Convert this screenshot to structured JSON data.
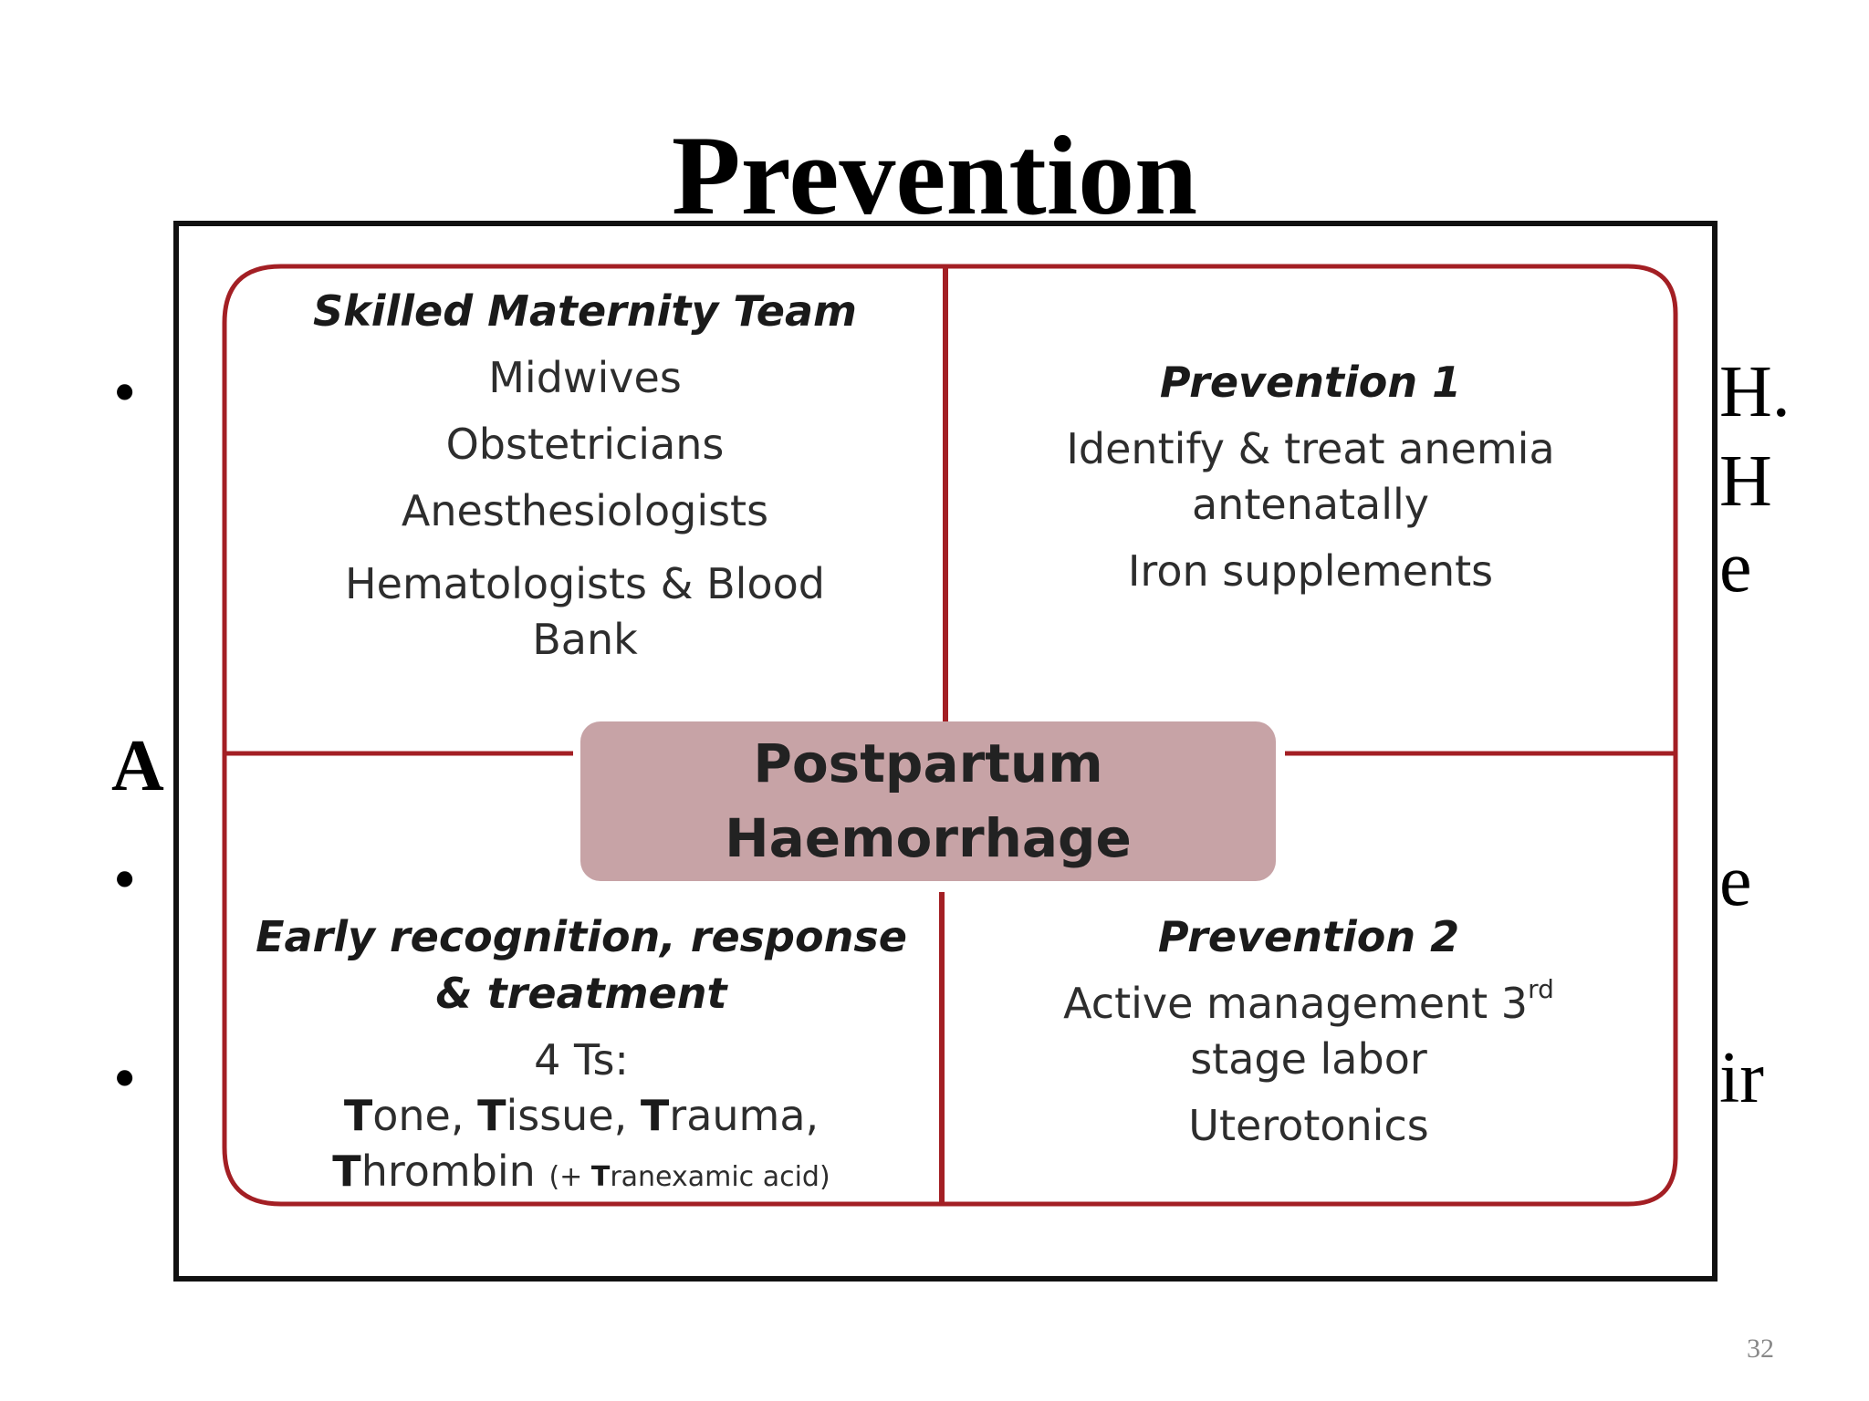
{
  "slide": {
    "title": "Prevention",
    "subheading_fragment": "A",
    "page_number": "32",
    "right_edge_fragments": [
      "H.",
      "H",
      "e",
      "e",
      "ir"
    ]
  },
  "figure": {
    "center_label_line1": "Postpartum",
    "center_label_line2": "Haemorrhage",
    "top_left": {
      "heading": "Skilled Maternity Team",
      "items": [
        "Midwives",
        "Obstetricians",
        "Anesthesiologists",
        "Hematologists & Blood",
        "Bank"
      ]
    },
    "top_right": {
      "heading": "Prevention 1",
      "items": [
        "Identify & treat anemia",
        "antenatally",
        "Iron supplements"
      ]
    },
    "bottom_left": {
      "heading_line1": "Early recognition, response",
      "heading_line2": "& treatment",
      "ts_label": "4 Ts:",
      "tone_letter": "T",
      "tone_rest": "one,",
      "tissue_letter": "T",
      "tissue_rest": "issue,",
      "trauma_letter": "T",
      "trauma_rest": "rauma,",
      "thrombin_letter": "T",
      "thrombin_rest": "hrombin",
      "note_open": "(+ ",
      "note_letter": "T",
      "note_rest": "ranexamic acid)"
    },
    "bottom_right": {
      "heading": "Prevention 2",
      "line1": "Active management 3",
      "line1_sup": "rd",
      "line2": "stage labor",
      "line3": "Uterotonics"
    }
  },
  "colors": {
    "border_red": "#a31f24",
    "center_fill": "#c7a3a6",
    "frame": "#111111"
  }
}
